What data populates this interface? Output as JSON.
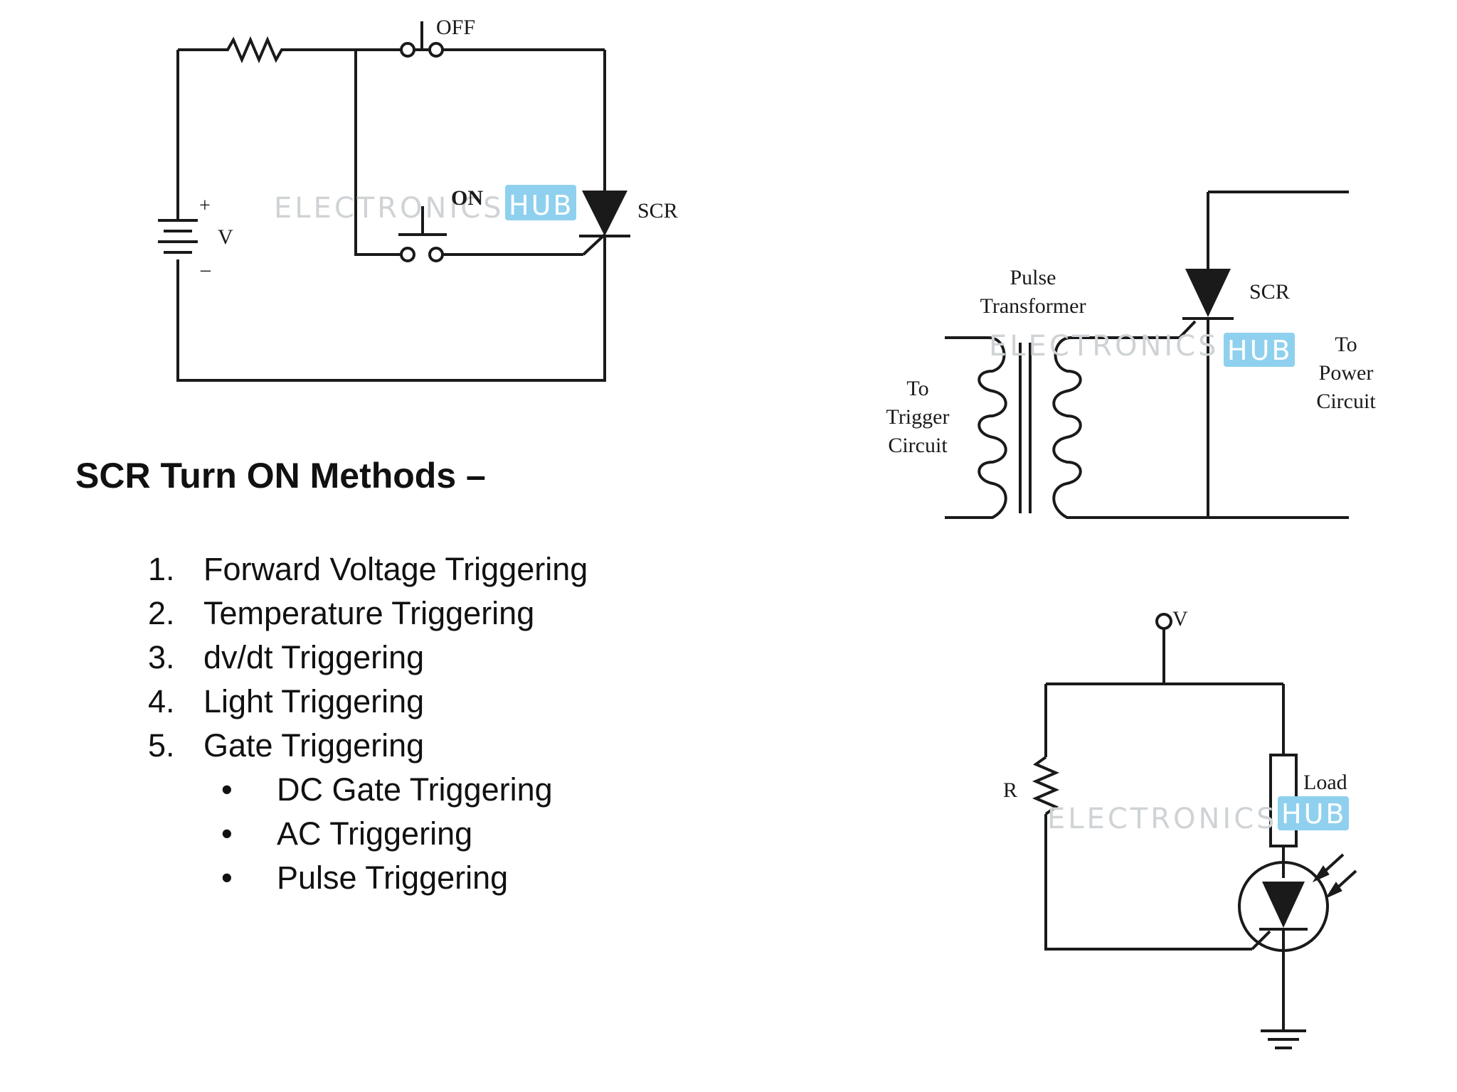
{
  "title": "SCR Turn ON Methods –",
  "methods": [
    {
      "num": "1.",
      "label": "Forward Voltage Triggering"
    },
    {
      "num": "2.",
      "label": "Temperature Triggering"
    },
    {
      "num": "3.",
      "label": "dv/dt Triggering"
    },
    {
      "num": "4.",
      "label": "Light Triggering"
    },
    {
      "num": "5.",
      "label": "Gate Triggering"
    }
  ],
  "gate_submethods": [
    {
      "bullet": "•",
      "label": "DC Gate Triggering"
    },
    {
      "bullet": "•",
      "label": "AC Triggering"
    },
    {
      "bullet": "•",
      "label": "Pulse Triggering"
    }
  ],
  "watermark": {
    "text": "ELECTRONICS",
    "hub": "HUB"
  },
  "diagram_switch": {
    "off_label": "OFF",
    "on_label": "ON",
    "scr_label": "SCR",
    "plus_label": "+",
    "v_label": "V",
    "minus_label": "–"
  },
  "diagram_pulse": {
    "pulse_label_line1": "Pulse",
    "pulse_label_line2": "Transformer",
    "scr_label": "SCR",
    "trigger_line1": "To",
    "trigger_line2": "Trigger",
    "trigger_line3": "Circuit",
    "power_line1": "To",
    "power_line2": "Power",
    "power_line3": "Circuit"
  },
  "diagram_light": {
    "v_label": "V",
    "r_label": "R",
    "load_label": "Load"
  }
}
